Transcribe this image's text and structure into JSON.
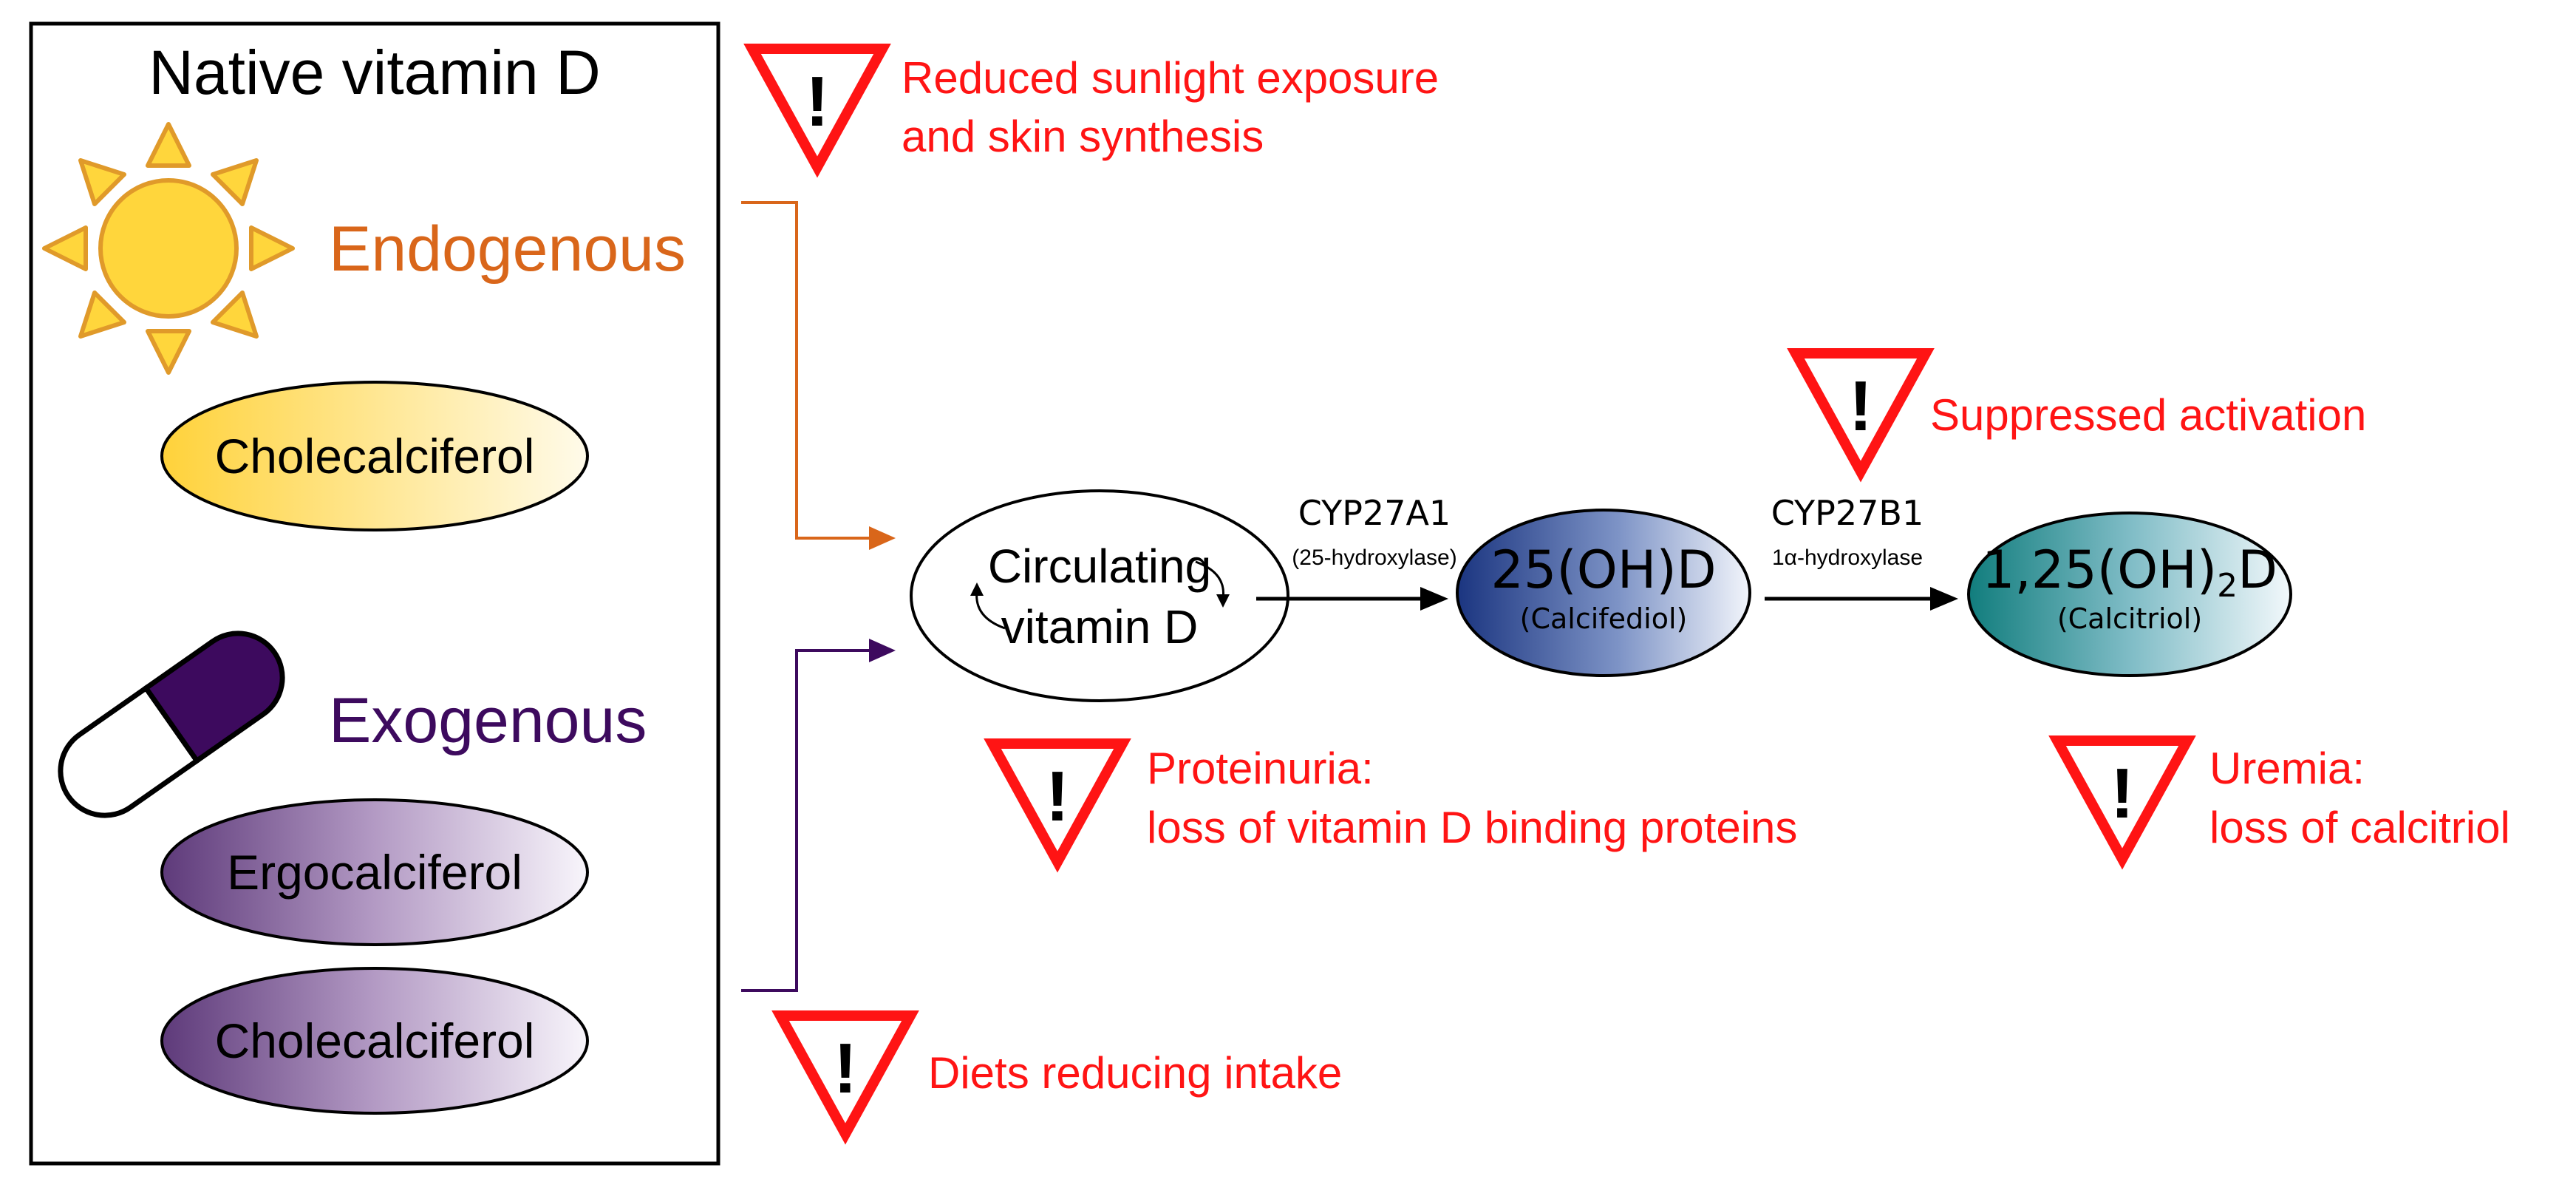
{
  "native_box": {
    "title": "Native vitamin D",
    "endogenous": {
      "label": "Endogenous",
      "source": "Cholecalciferol"
    },
    "exogenous": {
      "label": "Exogenous",
      "sources": [
        "Ergocalciferol",
        "Cholecalciferol"
      ]
    }
  },
  "pathway": {
    "circulating": {
      "line1": "Circulating",
      "line2": "vitamin D"
    },
    "step1": {
      "enzyme": "CYP27A1",
      "enzyme_full": "(25-hydroxylase)"
    },
    "calcifediol": {
      "name": "25(OH)D",
      "common": "(Calcifediol)"
    },
    "step2": {
      "enzyme": "CYP27B1",
      "enzyme_full": "1α-hydroxylase"
    },
    "calcitriol": {
      "name_prefix": "1,25(OH)",
      "name_sub": "2",
      "name_suffix": "D",
      "common": "(Calcitriol)"
    }
  },
  "warnings": {
    "sunlight": {
      "symbol": "!",
      "line1": "Reduced sunlight exposure",
      "line2": "and skin synthesis"
    },
    "diet": {
      "symbol": "!",
      "line1": "Diets reducing intake"
    },
    "proteinuria": {
      "symbol": "!",
      "line1": "Proteinuria:",
      "line2": "loss of vitamin D binding proteins"
    },
    "activation": {
      "symbol": "!",
      "line1": "Suppressed activation"
    },
    "uremia": {
      "symbol": "!",
      "line1": "Uremia:",
      "line2": "loss of calcitriol"
    }
  },
  "colors": {
    "warning_red": "#ff1414",
    "endogenous_orange": "#d9661a",
    "exogenous_purple": "#3d0a5e",
    "sun_fill": "#ffd63c",
    "sun_stroke": "#e09a2a",
    "calcifediol_blue": "#1f3d8f",
    "calcitriol_teal": "#1a8a8a"
  }
}
